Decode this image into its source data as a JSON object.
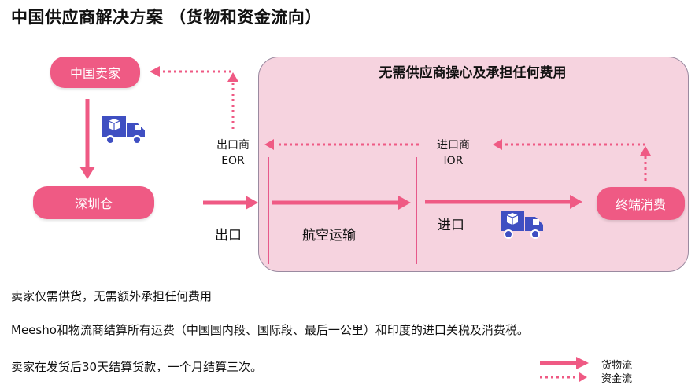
{
  "title": "中国供应商解决方案 （货物和资金流向）",
  "box_title": "无需供应商操心及承担任何费用",
  "nodes": {
    "china_seller": "中国卖家",
    "shenzhen_warehouse": "深圳仓",
    "end_consumer": "终端消费"
  },
  "labels": {
    "exporter_line1": "出口商",
    "exporter_line2": "EOR",
    "importer_line1": "进口商",
    "importer_line2": "IOR",
    "export": "出口",
    "air_transport": "航空运输",
    "import": "进口"
  },
  "notes": [
    "卖家仅需供货，无需额外承担任何费用",
    "Meesho和物流商结算所有运费（中国国内段、国际段、最后一公里）和印度的进口关税及消费税。",
    "卖家在发货后30天结算货款，一个月结算三次。"
  ],
  "legend": {
    "goods_flow": "货物流",
    "money_flow": "资金流"
  },
  "colors": {
    "accent_pink": "#ef5a84",
    "box_fill": "#f6d3df",
    "truck_blue": "#3f4fc2"
  },
  "icons": [
    "truck-icon"
  ]
}
